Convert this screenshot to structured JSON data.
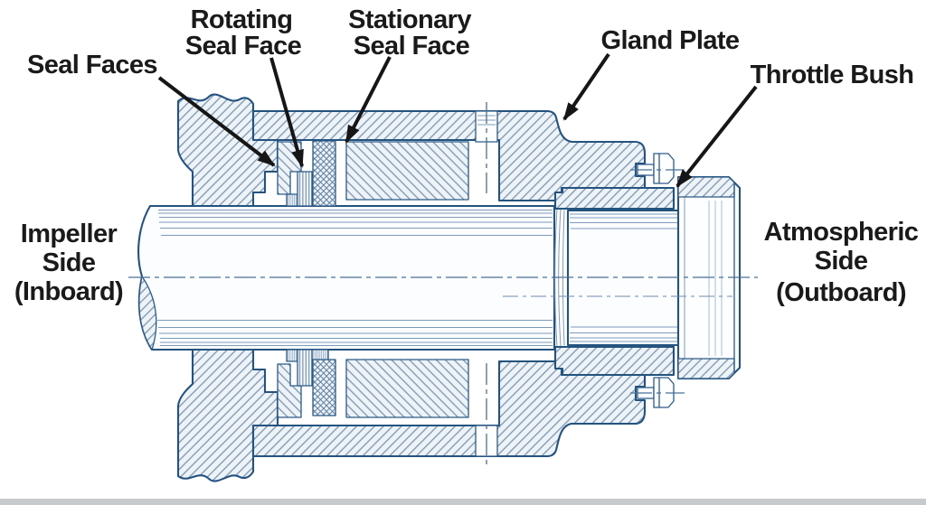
{
  "diagram": {
    "subject": "mechanical-seal-cross-section",
    "labels": {
      "seal_faces": {
        "text": "Seal Faces"
      },
      "rotating_seal_face": {
        "line1": "Rotating",
        "line2": "Seal Face"
      },
      "stationary_seal_face": {
        "line1": "Stationary",
        "line2": "Seal Face"
      },
      "gland_plate": {
        "text": "Gland Plate"
      },
      "throttle_bush": {
        "text": "Throttle Bush"
      },
      "impeller_side": {
        "line1": "Impeller",
        "line2": "Side",
        "line3": "(Inboard)"
      },
      "atmospheric_side": {
        "line1": "Atmospheric",
        "line2": "Side",
        "line3": "(Outboard)"
      }
    },
    "colors": {
      "background": "#ffffff",
      "outline_blue": "#24537f",
      "hatch_blue": "#7b95b0",
      "part_fill": "#eef3f8",
      "shaft_fill": "#fbfdff",
      "centerline_blue": "#4a7097",
      "annotation_black": "#161616",
      "text_black": "#1a1a1a",
      "footer_bar_gray": "#c7cacd"
    }
  }
}
